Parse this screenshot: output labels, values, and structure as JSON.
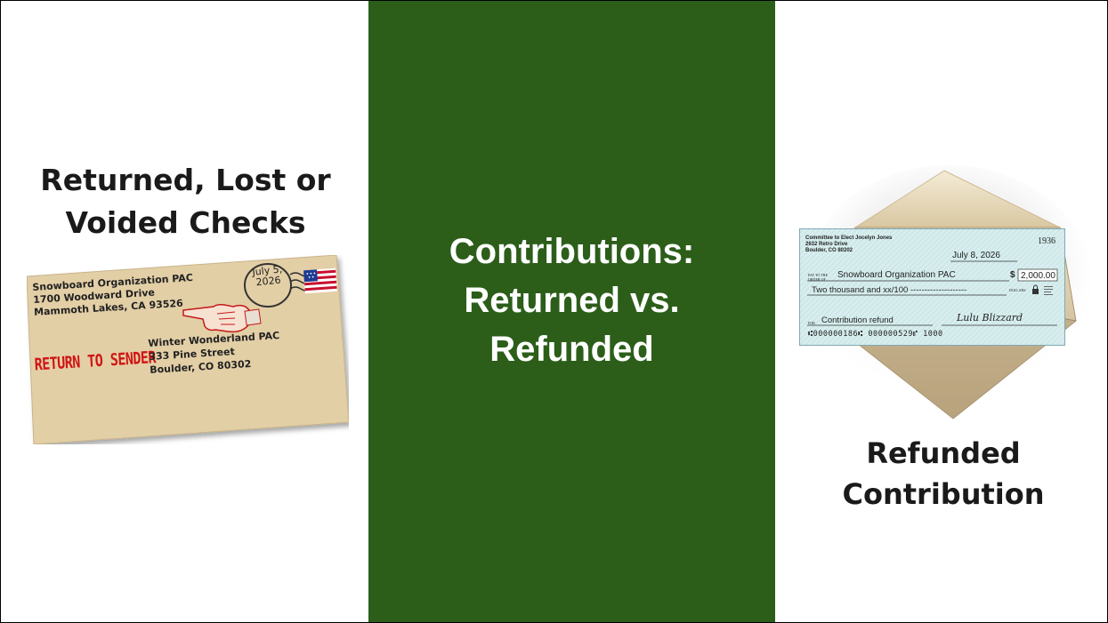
{
  "slide": {
    "title_lines": [
      "Contributions:",
      "Returned vs.",
      "Refunded"
    ],
    "left_heading_lines": [
      "Returned, Lost or",
      "Voided Checks"
    ],
    "right_heading_lines": [
      "Refunded",
      "Contribution"
    ]
  },
  "envelope": {
    "from_lines": [
      "Snowboard Organization PAC",
      "1700 Woodward Drive",
      "Mammoth Lakes, CA 93526"
    ],
    "to_lines": [
      "Winter Wonderland PAC",
      "333 Pine Street",
      "Boulder, CO 80302"
    ],
    "stamp_text": "RETURN TO SENDER",
    "postmark_lines": [
      "July 5,",
      "2026"
    ]
  },
  "check": {
    "payer_lines": [
      "Committee to Elect Jocelyn Jones",
      "2632 Retro Drive",
      "Boulder, CO 80202"
    ],
    "number": "1936",
    "date": "July 8, 2026",
    "pay_to_label": "PAY TO THE ORDER OF",
    "payee": "Snowboard Organization PAC",
    "dollar_sign": "$",
    "amount": "2,000.00",
    "amount_words": "Two thousand and xx/100 --------------------",
    "dollars_label": "DOLLARS",
    "memo_label": "FOR",
    "memo": "Contribution refund",
    "signature": "Lulu Blizzard",
    "micr": "⑆000000186⑆  000000529⑈  1000"
  },
  "colors": {
    "center_panel": "#2c5e1a",
    "envelope": "#e3cfa6",
    "return_stamp": "#d01414",
    "check": "#d5ecec"
  }
}
